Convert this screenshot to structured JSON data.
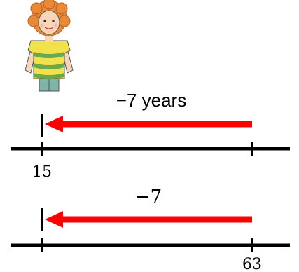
{
  "figure": {
    "character": "girl-illustration",
    "top_line": {
      "arrow_label": "−7 years",
      "start_tick_label": "15",
      "end_tick_label": ""
    },
    "bottom_line": {
      "arrow_label": "−7",
      "start_tick_label": "",
      "end_tick_label": "63"
    },
    "colors": {
      "arrow": "#ff0000",
      "line": "#000000",
      "shirt_yellow": "#f2e24a",
      "shirt_green": "#6aa84f",
      "hair": "#e8893a",
      "pants": "#7fb5a8"
    }
  }
}
